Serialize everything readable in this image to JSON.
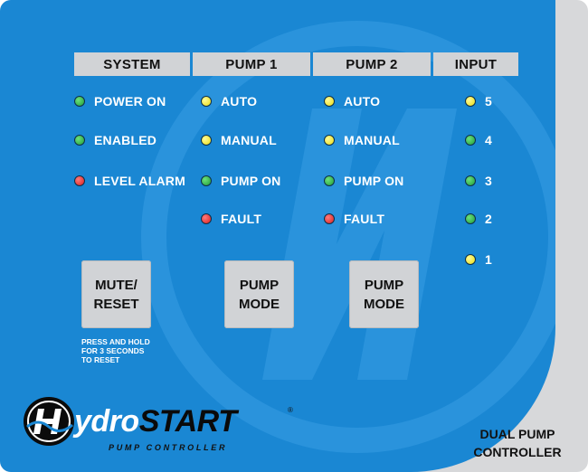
{
  "headers": {
    "system": "SYSTEM",
    "pump1": "PUMP 1",
    "pump2": "PUMP 2",
    "input": "INPUT"
  },
  "system": [
    {
      "label": "POWER ON",
      "led": "green"
    },
    {
      "label": "ENABLED",
      "led": "green"
    },
    {
      "label": "LEVEL ALARM",
      "led": "red"
    }
  ],
  "pump1": [
    {
      "label": "AUTO",
      "led": "yellow"
    },
    {
      "label": "MANUAL",
      "led": "yellow"
    },
    {
      "label": "PUMP ON",
      "led": "green"
    },
    {
      "label": "FAULT",
      "led": "red"
    }
  ],
  "pump2": [
    {
      "label": "AUTO",
      "led": "yellow"
    },
    {
      "label": "MANUAL",
      "led": "yellow"
    },
    {
      "label": "PUMP ON",
      "led": "green"
    },
    {
      "label": "FAULT",
      "led": "red"
    }
  ],
  "inputs": [
    {
      "label": "5",
      "led": "yellow"
    },
    {
      "label": "4",
      "led": "green"
    },
    {
      "label": "3",
      "led": "green"
    },
    {
      "label": "2",
      "led": "green"
    },
    {
      "label": "1",
      "led": "yellow"
    }
  ],
  "buttons": {
    "mute_reset": [
      "MUTE/",
      "RESET"
    ],
    "pump1_mode": [
      "PUMP",
      "MODE"
    ],
    "pump2_mode": [
      "PUMP",
      "MODE"
    ]
  },
  "mute_note": [
    "PRESS AND HOLD",
    "FOR 3 SECONDS",
    "TO RESET"
  ],
  "brand": {
    "word_part1": "ydro",
    "word_part2": "START",
    "registered": "®",
    "subtitle": "PUMP CONTROLLER"
  },
  "model": [
    "DUAL PUMP",
    "CONTROLLER"
  ],
  "colors": {
    "panel_blue": "#1a87d3",
    "panel_gray": "#d7d8da",
    "led_green": "#1f9b3a",
    "led_yellow": "#e7dc11",
    "led_red": "#d81e1e"
  }
}
